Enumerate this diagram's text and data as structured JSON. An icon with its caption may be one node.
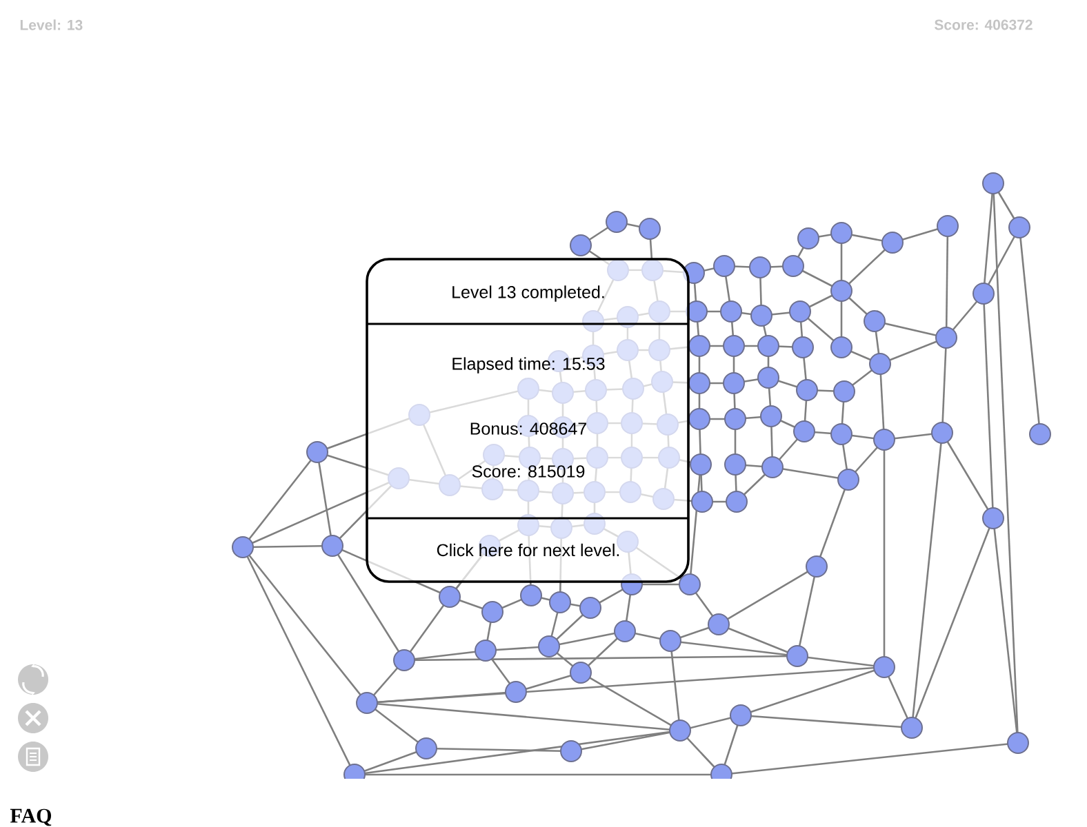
{
  "diagram": {
    "nodes": [
      {
        "text": [
          "Level 13 completed.",
          "Elapsed time: 15:53",
          "Bonus: 408647",
          "Score: 815019",
          "Click here for next level."
        ]
      }
    ],
    "labels": [
      "Level: 13",
      "Score: 406372",
      "FAQ"
    ]
  }
}
